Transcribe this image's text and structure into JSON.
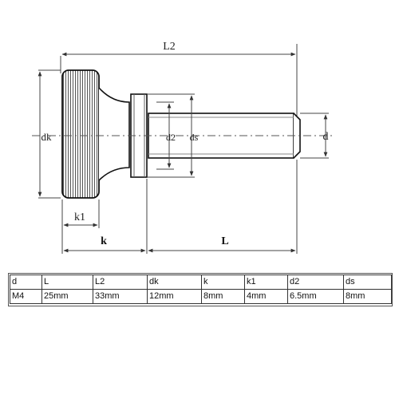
{
  "drawing": {
    "labels": {
      "L2": "L2",
      "dk": "dk",
      "d2": "d2",
      "ds": "ds",
      "d": "d",
      "k1": "k1",
      "k": "k",
      "L": "L"
    }
  },
  "table": {
    "headers": [
      "d",
      "L",
      "L2",
      "dk",
      "k",
      "k1",
      "d2",
      "ds"
    ],
    "values": [
      "M4",
      "25mm",
      "33mm",
      "12mm",
      "8mm",
      "4mm",
      "6.5mm",
      "8mm"
    ]
  }
}
